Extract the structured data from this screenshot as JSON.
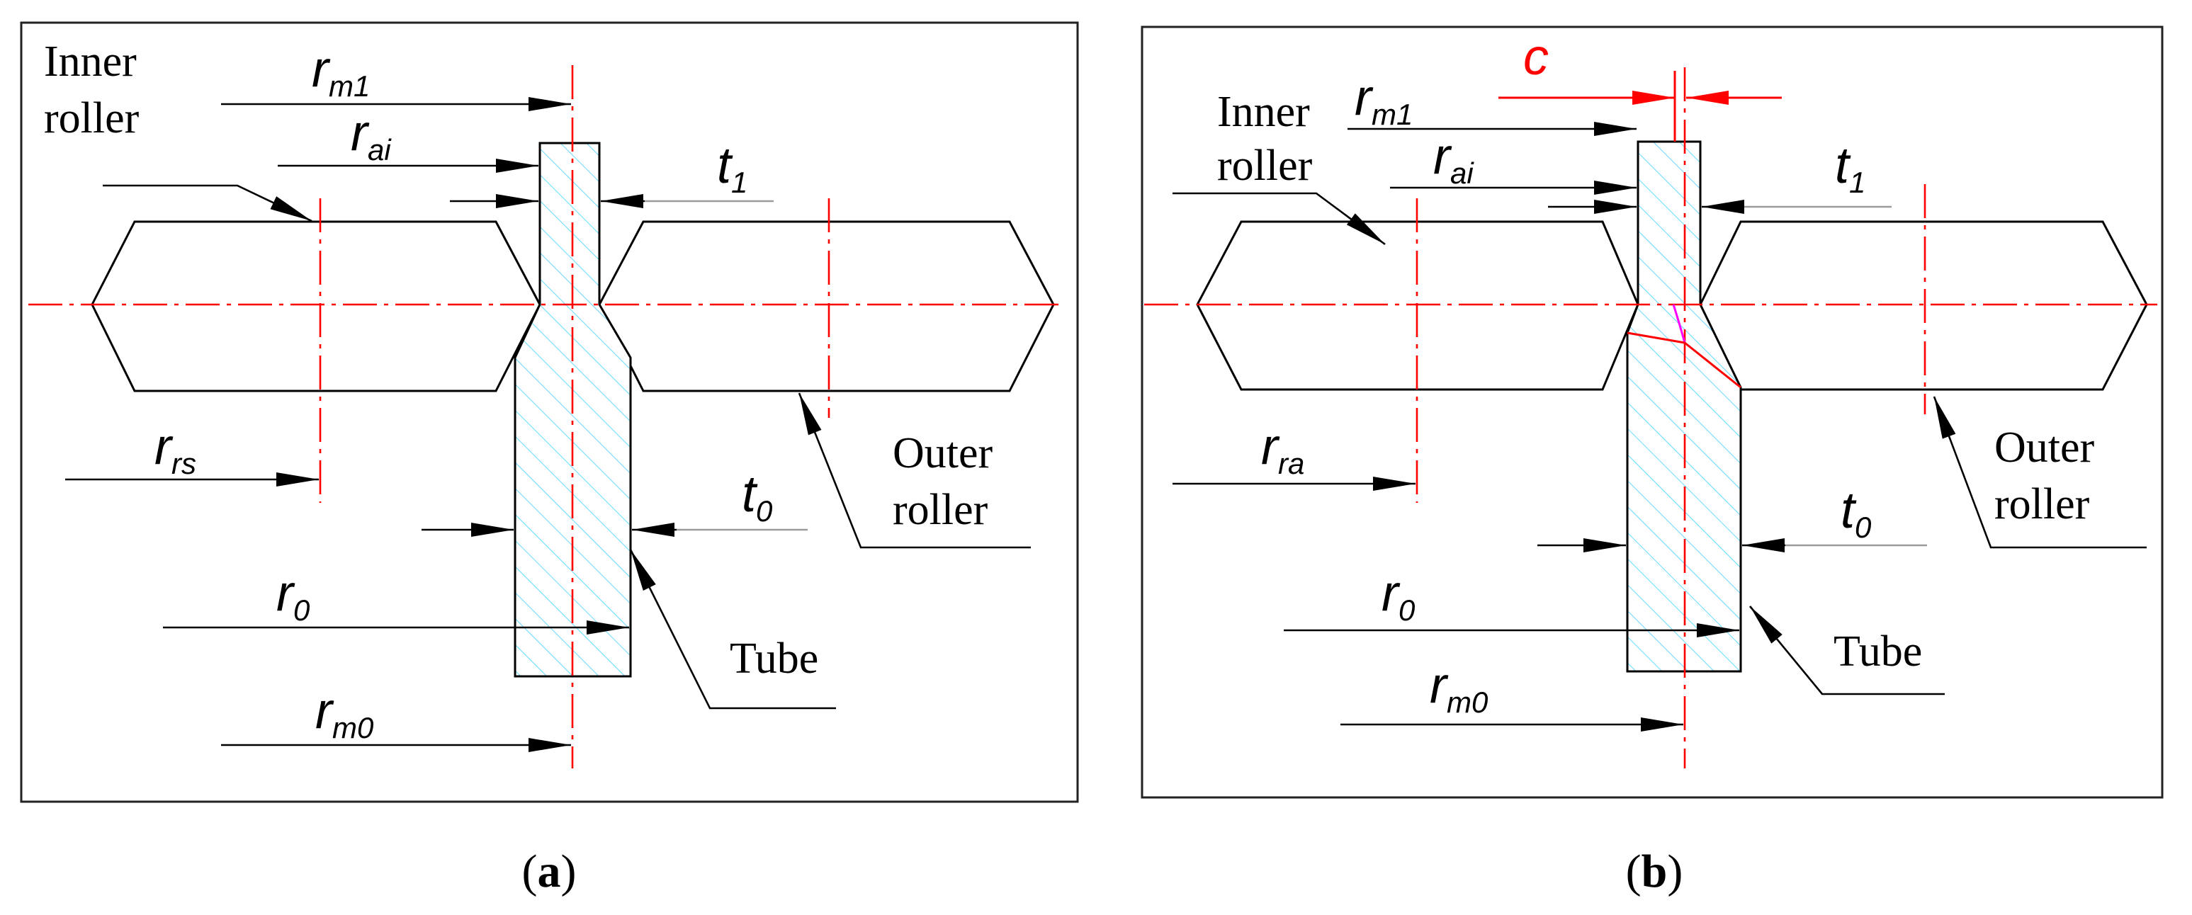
{
  "panel_a": {
    "inner_roller": [
      "Inner",
      "roller"
    ],
    "outer_roller": [
      "Outer",
      "roller"
    ],
    "tube": "Tube",
    "dims": {
      "rm1": {
        "main": "r",
        "sub": "m1"
      },
      "rai": {
        "main": "r",
        "sub": "ai"
      },
      "t1": {
        "main": "t",
        "sub": "1"
      },
      "rrs": {
        "main": "r",
        "sub": "rs"
      },
      "t0": {
        "main": "t",
        "sub": "0"
      },
      "r0": {
        "main": "r",
        "sub": "0"
      },
      "rm0": {
        "main": "r",
        "sub": "m0"
      }
    },
    "caption": {
      "open": "(",
      "letter": "a",
      "close": ")"
    }
  },
  "panel_b": {
    "inner_roller": [
      "Inner",
      "roller"
    ],
    "outer_roller": [
      "Outer",
      "roller"
    ],
    "tube": "Tube",
    "c_label": "c",
    "dims": {
      "rm1": {
        "main": "r",
        "sub": "m1"
      },
      "rai": {
        "main": "r",
        "sub": "ai"
      },
      "t1": {
        "main": "t",
        "sub": "1"
      },
      "rra": {
        "main": "r",
        "sub": "ra"
      },
      "t0": {
        "main": "t",
        "sub": "0"
      },
      "r0": {
        "main": "r",
        "sub": "0"
      },
      "rm0": {
        "main": "r",
        "sub": "m0"
      }
    },
    "caption": {
      "open": "(",
      "letter": "b",
      "close": ")"
    }
  },
  "colors": {
    "centerline": "#ff0000",
    "hatch": "#66d9ff",
    "magenta": "#ff00ff",
    "outline": "#000000"
  }
}
